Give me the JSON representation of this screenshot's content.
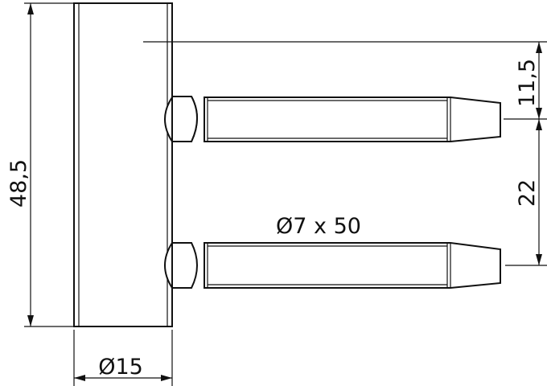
{
  "drawing": {
    "type": "technical hinge dimension drawing",
    "stroke_color": "#111111",
    "background_color": "#ffffff",
    "dimensions": {
      "total_height": "48,5",
      "top_offset": "11,5",
      "pin_spacing": "22",
      "pin_size": "Ø7 x 50",
      "barrel_diameter": "Ø15"
    }
  }
}
